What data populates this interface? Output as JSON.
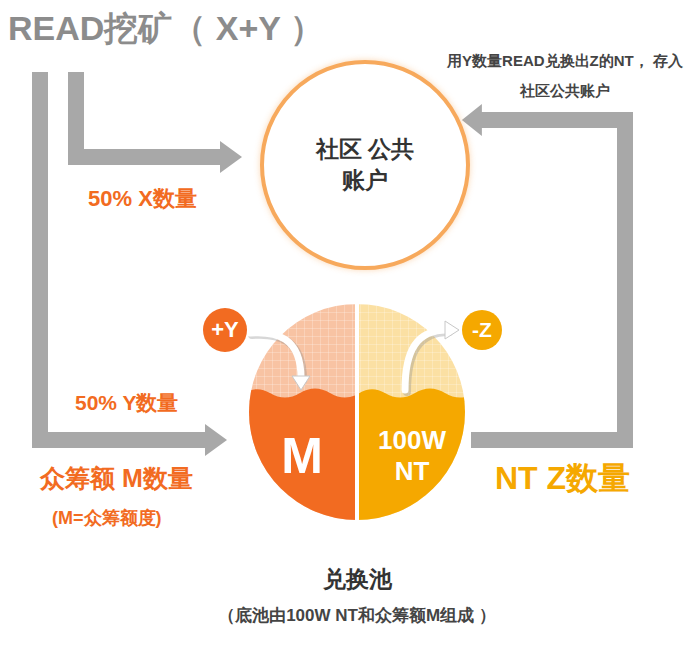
{
  "diagram": {
    "title": "READ挖矿（ X+Y ）",
    "nodes": [
      {
        "text": [
          "社区 公共账户"
        ]
      },
      {
        "text": [
          "+Y"
        ]
      },
      {
        "text": [
          "-Z"
        ]
      },
      {
        "text": [
          "兑换池",
          "（底池由100W NT和众筹额M组成 ）"
        ]
      },
      {
        "text": [
          "M"
        ],
        "in": 3
      },
      {
        "text": [
          "100W NT"
        ],
        "in": 3
      }
    ],
    "edges": [
      {
        "from": 1,
        "to": 4,
        "arrow": "to"
      },
      {
        "from": 5,
        "to": 2,
        "arrow": "to"
      },
      {
        "from": 5,
        "to": 0,
        "arrow": "to",
        "label": "用Y数量READ兑换出Z的NT， 存入社区公共账户"
      }
    ],
    "labels": [
      "50% X数量",
      "50% Y数量",
      "众筹额 M数量",
      "(M=众筹额度)",
      "NT Z数量"
    ]
  }
}
